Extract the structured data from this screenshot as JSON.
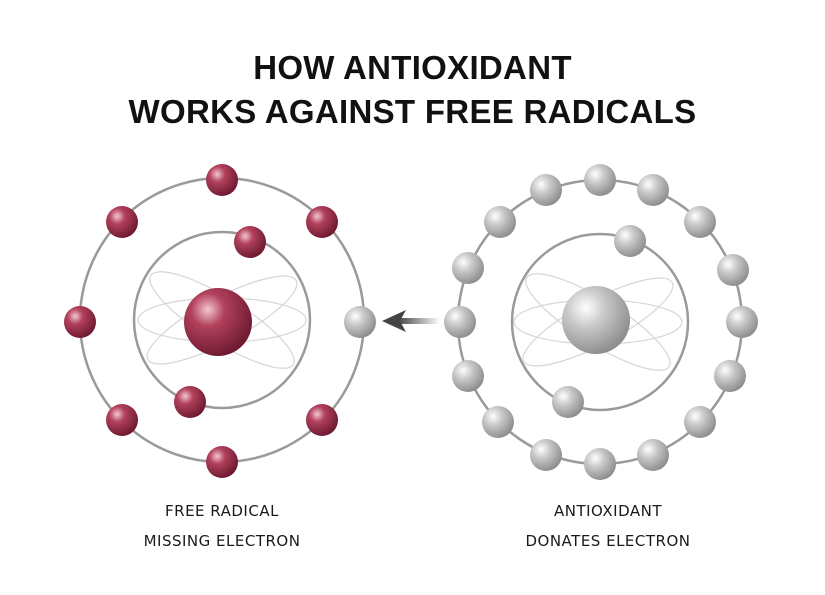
{
  "title": {
    "line1": "HOW ANTIOXIDANT",
    "line2": "WORKS AGAINST FREE RADICALS"
  },
  "free_radical": {
    "caption_line1": "FREE RADICAL",
    "caption_line2": "MISSING ELECTRON"
  },
  "antioxidant": {
    "caption_line1": "ANTIOXIDANT",
    "caption_line2": "DONATES ELECTRON"
  },
  "colors": {
    "free_radical": "#9e2f4a",
    "antioxidant": "#b8b8b8",
    "orbit": "#9a9a9a",
    "arrow": "#444444"
  }
}
